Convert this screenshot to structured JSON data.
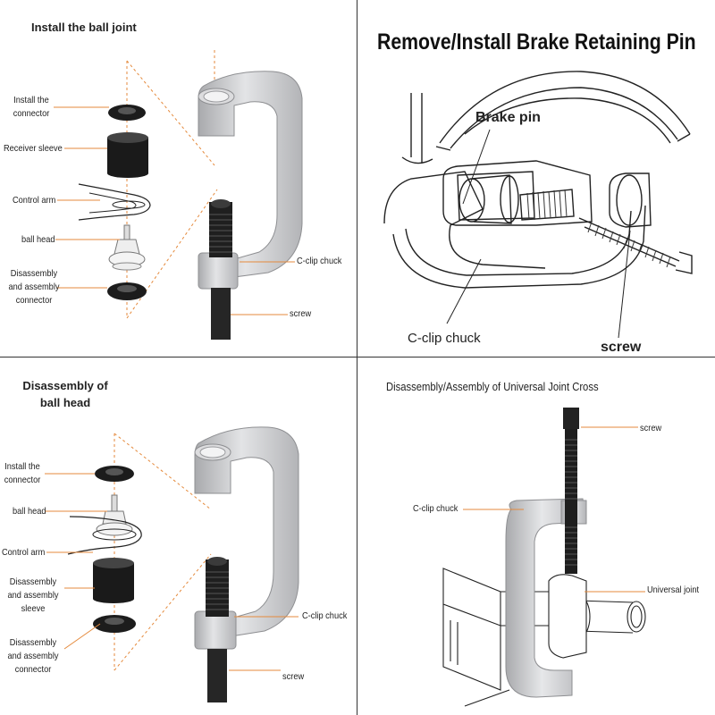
{
  "panels": {
    "install_ball_joint": {
      "title": "Install the ball joint",
      "labels": {
        "install_connector": "Install the connector",
        "receiver_sleeve": "Receiver sleeve",
        "control_arm": "Control arm",
        "ball_head": "ball head",
        "disassembly_connector": "Disassembly and assembly connector",
        "c_clip_chuck": "C-clip chuck",
        "screw": "screw"
      }
    },
    "brake_pin": {
      "title": "Remove/Install Brake Retaining Pin",
      "labels": {
        "brake_pin": "Brake pin",
        "c_clip_chuck": "C-clip chuck",
        "screw": "screw"
      }
    },
    "disassembly_ball_head": {
      "title": "Disassembly of ball head",
      "labels": {
        "install_connector": "Install the connector",
        "ball_head": "ball head",
        "control_arm": "Control arm",
        "disassembly_sleeve": "Disassembly and assembly sleeve",
        "disassembly_connector": "Disassembly and assembly connector",
        "c_clip_chuck": "C-clip chuck",
        "screw": "screw"
      }
    },
    "universal_joint": {
      "title": "Disassembly/Assembly of Universal Joint Cross",
      "labels": {
        "screw": "screw",
        "c_clip_chuck": "C-clip chuck",
        "universal_joint": "Universal joint"
      }
    }
  },
  "colors": {
    "leader_line": "#e58a3c",
    "tool_silver": "#c9cacc",
    "dark_part": "#1c1c1c"
  }
}
